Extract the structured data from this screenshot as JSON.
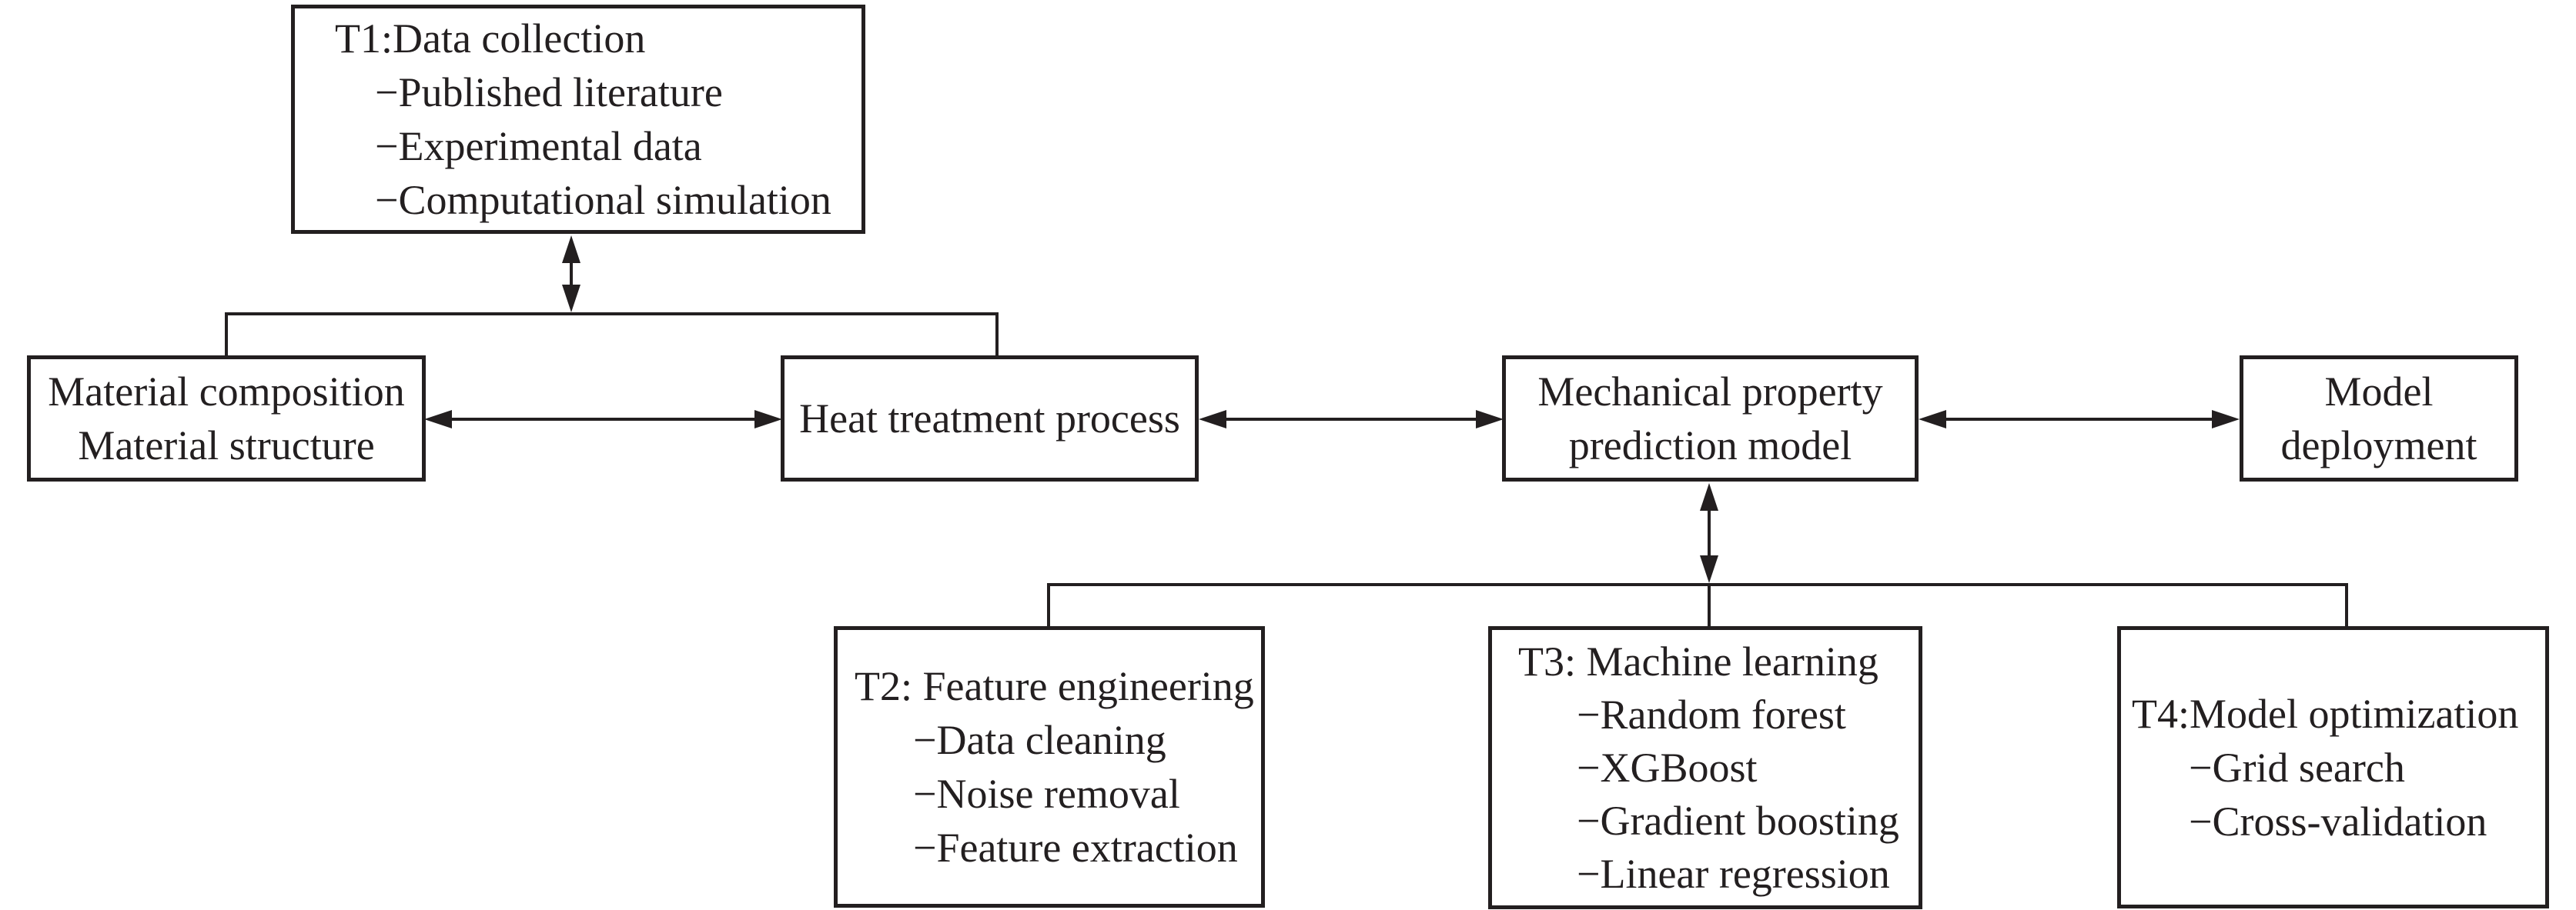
{
  "diagram": {
    "boxes": {
      "t1": {
        "title": "T1:Data collection",
        "items": [
          "−Published literature",
          "−Experimental data",
          "−Computational simulation"
        ]
      },
      "material": {
        "line1": "Material composition",
        "line2": "Material structure"
      },
      "heat": {
        "label": "Heat treatment process"
      },
      "mechanical": {
        "line1": "Mechanical property",
        "line2": "prediction model"
      },
      "deployment": {
        "line1": "Model",
        "line2": "deployment"
      },
      "t2": {
        "title": "T2: Feature engineering",
        "items": [
          "−Data cleaning",
          "−Noise removal",
          "−Feature extraction"
        ]
      },
      "t3": {
        "title": "T3: Machine learning",
        "items": [
          "−Random forest",
          "−XGBoost",
          "−Gradient boosting",
          "−Linear regression"
        ]
      },
      "t4": {
        "title": "T4:Model optimization",
        "items": [
          "−Grid search",
          "−Cross-validation"
        ]
      }
    },
    "colors": {
      "ink": "#231f20",
      "background": "#ffffff"
    }
  }
}
